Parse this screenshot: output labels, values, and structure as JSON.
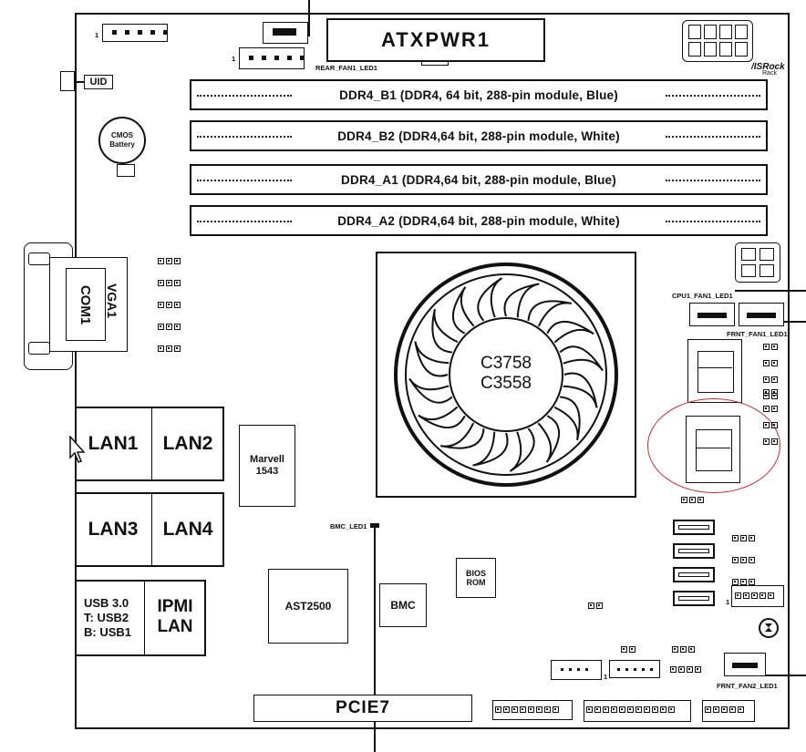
{
  "title": "",
  "labels": {
    "atxpwr": "ATXPWR1",
    "rear_fan": "REAR_FAN1_LED1",
    "asrock": "/ISRock",
    "asrock_sub": "Rack",
    "uid": "UID",
    "cmos": "CMOS Battery",
    "dimm_b1": "DDR4_B1 (DDR4, 64 bit, 288-pin module, Blue)",
    "dimm_b2": "DDR4_B2 (DDR4,64 bit, 288-pin module, White)",
    "dimm_a1": "DDR4_A1 (DDR4,64 bit, 288-pin module, Blue)",
    "dimm_a2": "DDR4_A2 (DDR4,64 bit, 288-pin module, White)",
    "com1": "COM1",
    "vga1": "VGA1",
    "cpu_line1": "C3758",
    "cpu_line2": "C3558",
    "cpu1_fan": "CPU1_FAN1_LED1",
    "frnt_fan1": "FRNT_FAN1_LED1",
    "frnt_fan2": "FRNT_FAN2_LED1",
    "lan1": "LAN1",
    "lan2": "LAN2",
    "lan3": "LAN3",
    "lan4": "LAN4",
    "marvell": "Marvell 1543",
    "usb_line1": "USB 3.0",
    "usb_line2": "T: USB2",
    "usb_line3": "B: USB1",
    "ipmi": "IPMI LAN",
    "bmc_led": "BMC_LED1",
    "ast": "AST2500",
    "bmc": "BMC",
    "bios": "BIOS ROM",
    "pcie": "PCIE7",
    "pin1": "1"
  },
  "colors": {
    "highlight": "#d42a2a",
    "line": "#111111"
  }
}
